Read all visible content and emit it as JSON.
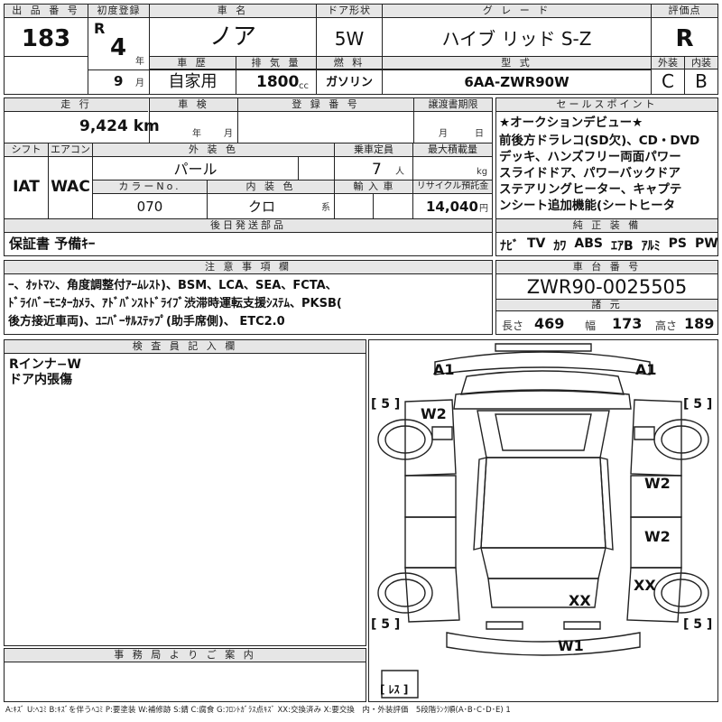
{
  "header": {
    "lot_no_label": "出 品 番 号",
    "lot_no": "183",
    "first_reg_label": "初度登録",
    "era": "R",
    "year_num": "4",
    "year_suffix": "年",
    "month_num": "9",
    "month_suffix": "月",
    "car_name_label": "車 名",
    "car_name": "ノア",
    "door_label": "ドア形状",
    "door": "5W",
    "grade_label": "グ レ ー ド",
    "grade": "ハイブ リッド S-Z",
    "rating_label": "評価点",
    "rating": "R",
    "history_label": "車 歴",
    "history": "自家用",
    "displacement_label": "排 気 量",
    "displacement": "1800",
    "displacement_unit": "cc",
    "fuel_label": "燃 料",
    "fuel": "ガソリン",
    "model_label": "型 式",
    "model": "6AA-ZWR90W",
    "exterior_label": "外装",
    "exterior": "C",
    "interior_label": "内装",
    "interior": "B"
  },
  "row2": {
    "mileage_label": "走 行",
    "mileage": "9,424 km",
    "inspection_label": "車 検",
    "inspection_year": "年",
    "inspection_month": "月",
    "reg_no_label": "登 録 番 号",
    "transfer_label": "譲渡書期限",
    "transfer_month": "月",
    "transfer_day": "日",
    "shift_label": "シフト",
    "shift": "IAT",
    "ac_label": "エアコン",
    "ac": "WAC",
    "color_label": "外 装 色",
    "color": "パール",
    "capacity_label": "乗車定員",
    "capacity": "7",
    "capacity_unit": "人",
    "max_load_label": "最大積載量",
    "max_load_unit": "kg",
    "color_no_label": "カラーNo.",
    "color_no": "070",
    "int_color_label": "内 装 色",
    "int_color": "クロ",
    "int_color_suffix": "系",
    "import_label": "輸 入 車",
    "recycle_label": "リサイクル預託金",
    "recycle": "14,040",
    "recycle_unit": "円",
    "after_label": "後日発送部品",
    "after_items": "保証書 予備ｷｰ"
  },
  "selling": {
    "label": "セールスポイント",
    "text_lines": [
      "★オークションデビュー★",
      "前後方ドラレコ(SD欠)、CD・DVD",
      "デッキ、ハンズフリー両面パワー",
      "スライドドア、パワーバックドア",
      "ステアリングヒーター、キャプテ",
      "ンシート追加機能(シートヒータ"
    ],
    "equip_label": "純 正 装 備",
    "equipment": [
      "ﾅﾋﾞ",
      "TV",
      "ｶﾜ",
      "ABS",
      "ｴｱB",
      "ｱﾙﾐ",
      "PS",
      "PW"
    ]
  },
  "notes": {
    "label": "注 意 事 項 欄",
    "lines": [
      "ｰ、ｵｯﾄﾏﾝ、角度調整付ｱｰﾑﾚｽﾄ)、BSM、LCA、SEA、FCTA、",
      "ﾄﾞﾗｲﾊﾞｰﾓﾆﾀｰｶﾒﾗ、ｱﾄﾞﾊﾞﾝｽﾄﾄﾞﾗｲﾌﾞ渋滞時運転支援ｼｽﾃﾑ、PKSB(",
      "後方接近車両)、ﾕﾆﾊﾞｰｻﾙｽﾃｯﾌﾟ(助手席側)、 ETC2.0"
    ]
  },
  "chassis": {
    "label": "車 台 番 号",
    "number": "ZWR90-0025505",
    "dims_label": "諸 元",
    "length_label": "長さ",
    "length": "469",
    "width_label": "幅",
    "width": "173",
    "height_label": "高さ",
    "height": "189"
  },
  "inspector": {
    "label": "検 査 員 記 入 欄",
    "lines": [
      "Rインナ−W",
      "ドア内張傷"
    ]
  },
  "office": {
    "label": "事 務 局 よ り ご 案 内"
  },
  "diagram": {
    "marks": {
      "a1_left": "A1",
      "a1_right": "A1",
      "w2_front_left": "W2",
      "w2_right_mid": "W2",
      "w2_right_low": "W2",
      "xx_right": "XX",
      "xx_center": "XX",
      "w1_rear": "W1"
    },
    "tires": {
      "front_left": "[ 5 ]",
      "front_right": "[ 5 ]",
      "rear_left": "[ 5 ]",
      "rear_right": "[ 5 ]",
      "spare": "[ ﾚｽ ]"
    }
  },
  "legend": "A:ｷｽﾞ U:ﾍｺﾐ B:ｷｽﾞを伴うﾍｺﾐ P:要塗装 W:補修跡 S:錆 C:腐食 G:ﾌﾛﾝﾄｶﾞﾗｽ点ｷｽﾞ XX:交換済み X:要交換　内・外装評価　5段階ﾗﾝｸ順(A･B･C･D･E) 1"
}
